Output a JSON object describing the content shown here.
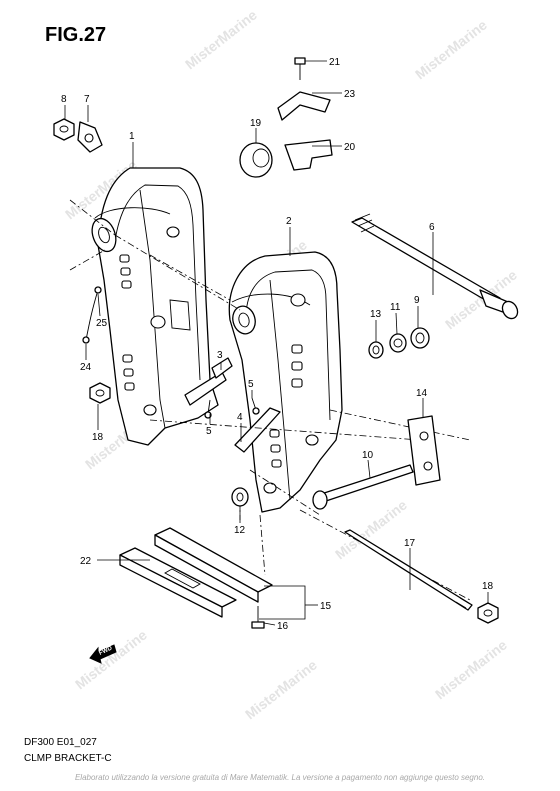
{
  "figure_title": "FIG.27",
  "model_code": "DF300 E01_027",
  "section_name": "CLMP BRACKET-C",
  "watermark": "MisterMarine",
  "footer_notice": "Elaborato utilizzando la versione gratuita di Mare Matematik. La versione a pagamento non aggiunge questo segno.",
  "direction_label": "FWD",
  "callouts": [
    "1",
    "2",
    "3",
    "4",
    "5",
    "5",
    "6",
    "7",
    "8",
    "9",
    "10",
    "11",
    "12",
    "13",
    "14",
    "15",
    "16",
    "17",
    "18",
    "18",
    "19",
    "20",
    "21",
    "22",
    "23",
    "24",
    "25"
  ],
  "colors": {
    "line": "#000000",
    "background": "#ffffff",
    "watermark": "#e3e3e3"
  }
}
